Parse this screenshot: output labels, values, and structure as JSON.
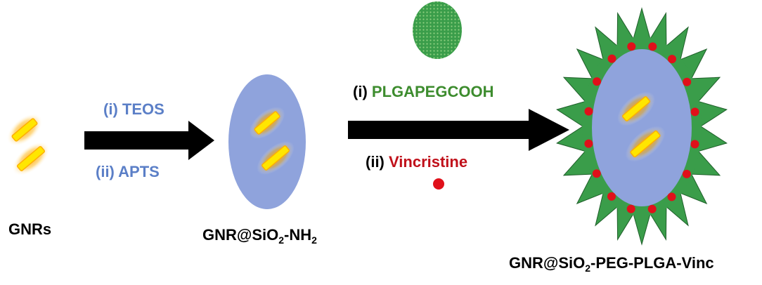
{
  "colors": {
    "rod_core": "#ffe600",
    "rod_glow": "#ff9a00",
    "silica_shell": "#8fa3dc",
    "polymer_green": "#3a9d4a",
    "polymer_dot": "#8ecf7f",
    "drug_red": "#e0101a",
    "arrow": "#000000",
    "reagent_blue": "#5b7fc7",
    "reagent_green": "#3d8c2e",
    "reagent_red": "#c0101a"
  },
  "labels": {
    "gnrs": "GNRs",
    "step1_i": "(i) TEOS",
    "step1_ii": "(ii) APTS",
    "intermediate_pre": "GNR@SiO",
    "intermediate_sub_o": "2",
    "intermediate_mid": "-NH",
    "intermediate_sub_h": "2",
    "step2_i_prefix": "(i) ",
    "step2_i_reagent": "PLGAPEGCOOH",
    "step2_ii_prefix": "(ii) ",
    "step2_ii_reagent": "Vincristine",
    "final_pre": "GNR@SiO",
    "final_sub": "2",
    "final_post": "-PEG-PLGA-Vinc"
  }
}
